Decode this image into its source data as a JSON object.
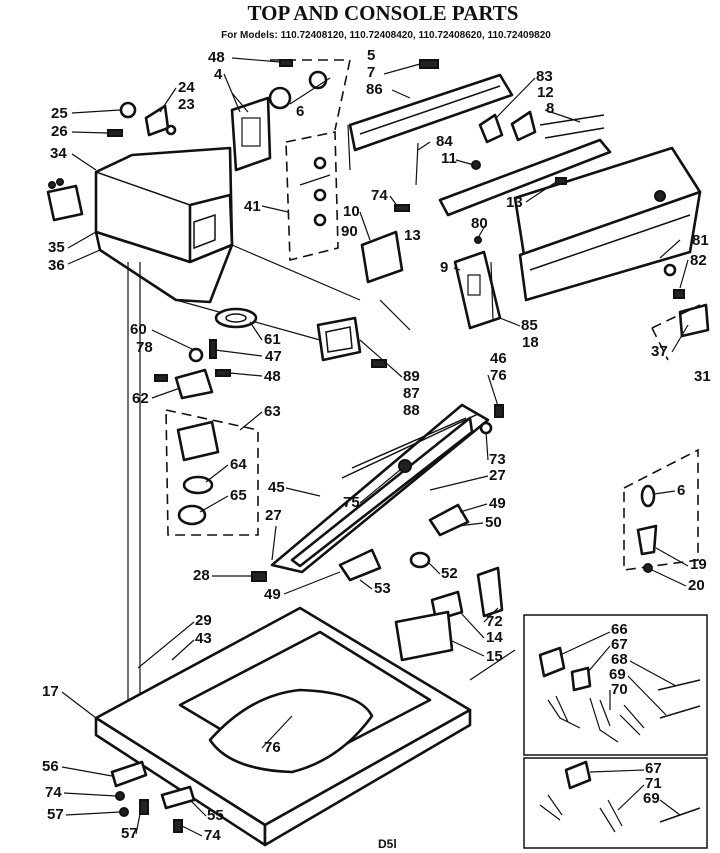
{
  "title": "TOP AND CONSOLE PARTS",
  "models_line": "For Models: 110.72408120, 110.72408420, 110.72408620, 110.72409820",
  "footer_code": "D5l",
  "callouts": {
    "c48a": "48",
    "c5": "5",
    "c4": "4",
    "c7": "7",
    "c86": "86",
    "c83": "83",
    "c12": "12",
    "c8": "8",
    "c24": "24",
    "c25": "25",
    "c23": "23",
    "c26": "26",
    "c6a": "6",
    "c34": "34",
    "c84": "84",
    "c11": "11",
    "c74a": "74",
    "c13a": "13",
    "c13b": "13",
    "c10": "10",
    "c41": "41",
    "c80": "80",
    "c90": "90",
    "c81": "81",
    "c35": "35",
    "c36": "36",
    "c82": "82",
    "c9": "9",
    "c85": "85",
    "c18": "18",
    "c60": "60",
    "c61": "61",
    "c78": "78",
    "c47": "47",
    "c37": "37",
    "c31": "31",
    "c48b": "48",
    "c62": "62",
    "c89": "89",
    "c87": "87",
    "c88": "88",
    "c46": "46",
    "c76a": "76",
    "c63": "63",
    "c73": "73",
    "c27a": "27",
    "c64": "64",
    "c65": "65",
    "c45": "45",
    "c75": "75",
    "c6b": "6",
    "c49a": "49",
    "c50": "50",
    "c27b": "27",
    "c19": "19",
    "c20": "20",
    "c28": "28",
    "c52": "52",
    "c49b": "49",
    "c53": "53",
    "c29": "29",
    "c43": "43",
    "c72": "72",
    "c14": "14",
    "c15": "15",
    "c66": "66",
    "c67a": "67",
    "c68": "68",
    "c69a": "69",
    "c70": "70",
    "c17": "17",
    "c56": "56",
    "c76b": "76",
    "c74b": "74",
    "c57a": "57",
    "c57b": "57",
    "c55": "55",
    "c74c": "74",
    "c67b": "67",
    "c71": "71",
    "c69b": "69"
  }
}
